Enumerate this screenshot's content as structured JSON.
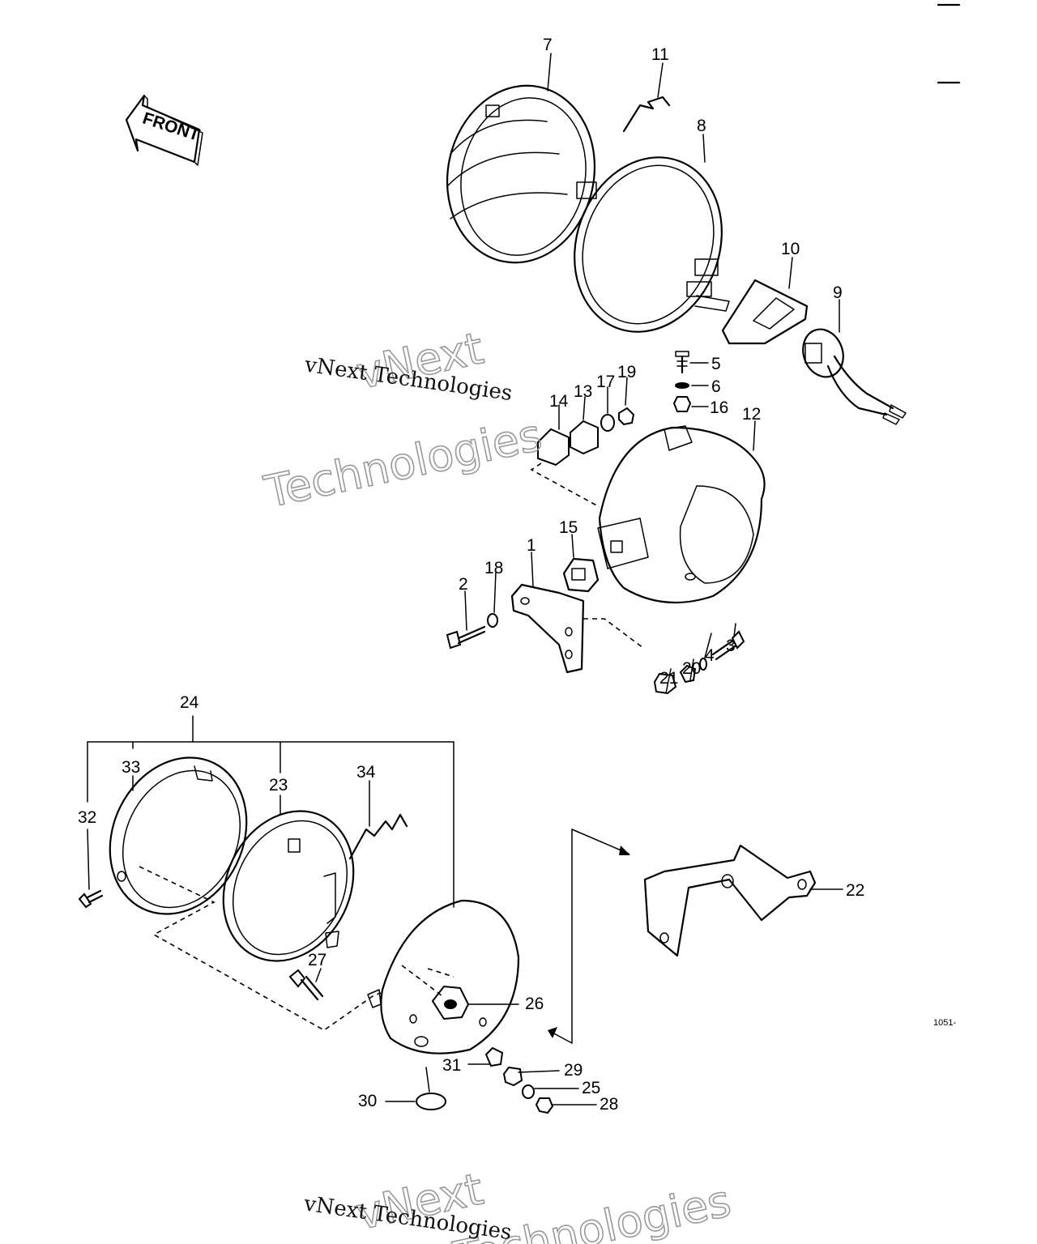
{
  "front_label": "FRONT",
  "ref_code": "1051-",
  "watermark": {
    "brand": "vNext",
    "word": "Technologies",
    "line": "vNext Technologies"
  },
  "callouts": [
    "1",
    "2",
    "3",
    "4",
    "5",
    "6",
    "7",
    "8",
    "9",
    "10",
    "11",
    "12",
    "13",
    "14",
    "15",
    "16",
    "17",
    "18",
    "19",
    "20",
    "21",
    "22",
    "23",
    "24",
    "25",
    "26",
    "27",
    "28",
    "29",
    "30",
    "31",
    "32",
    "33",
    "34"
  ]
}
